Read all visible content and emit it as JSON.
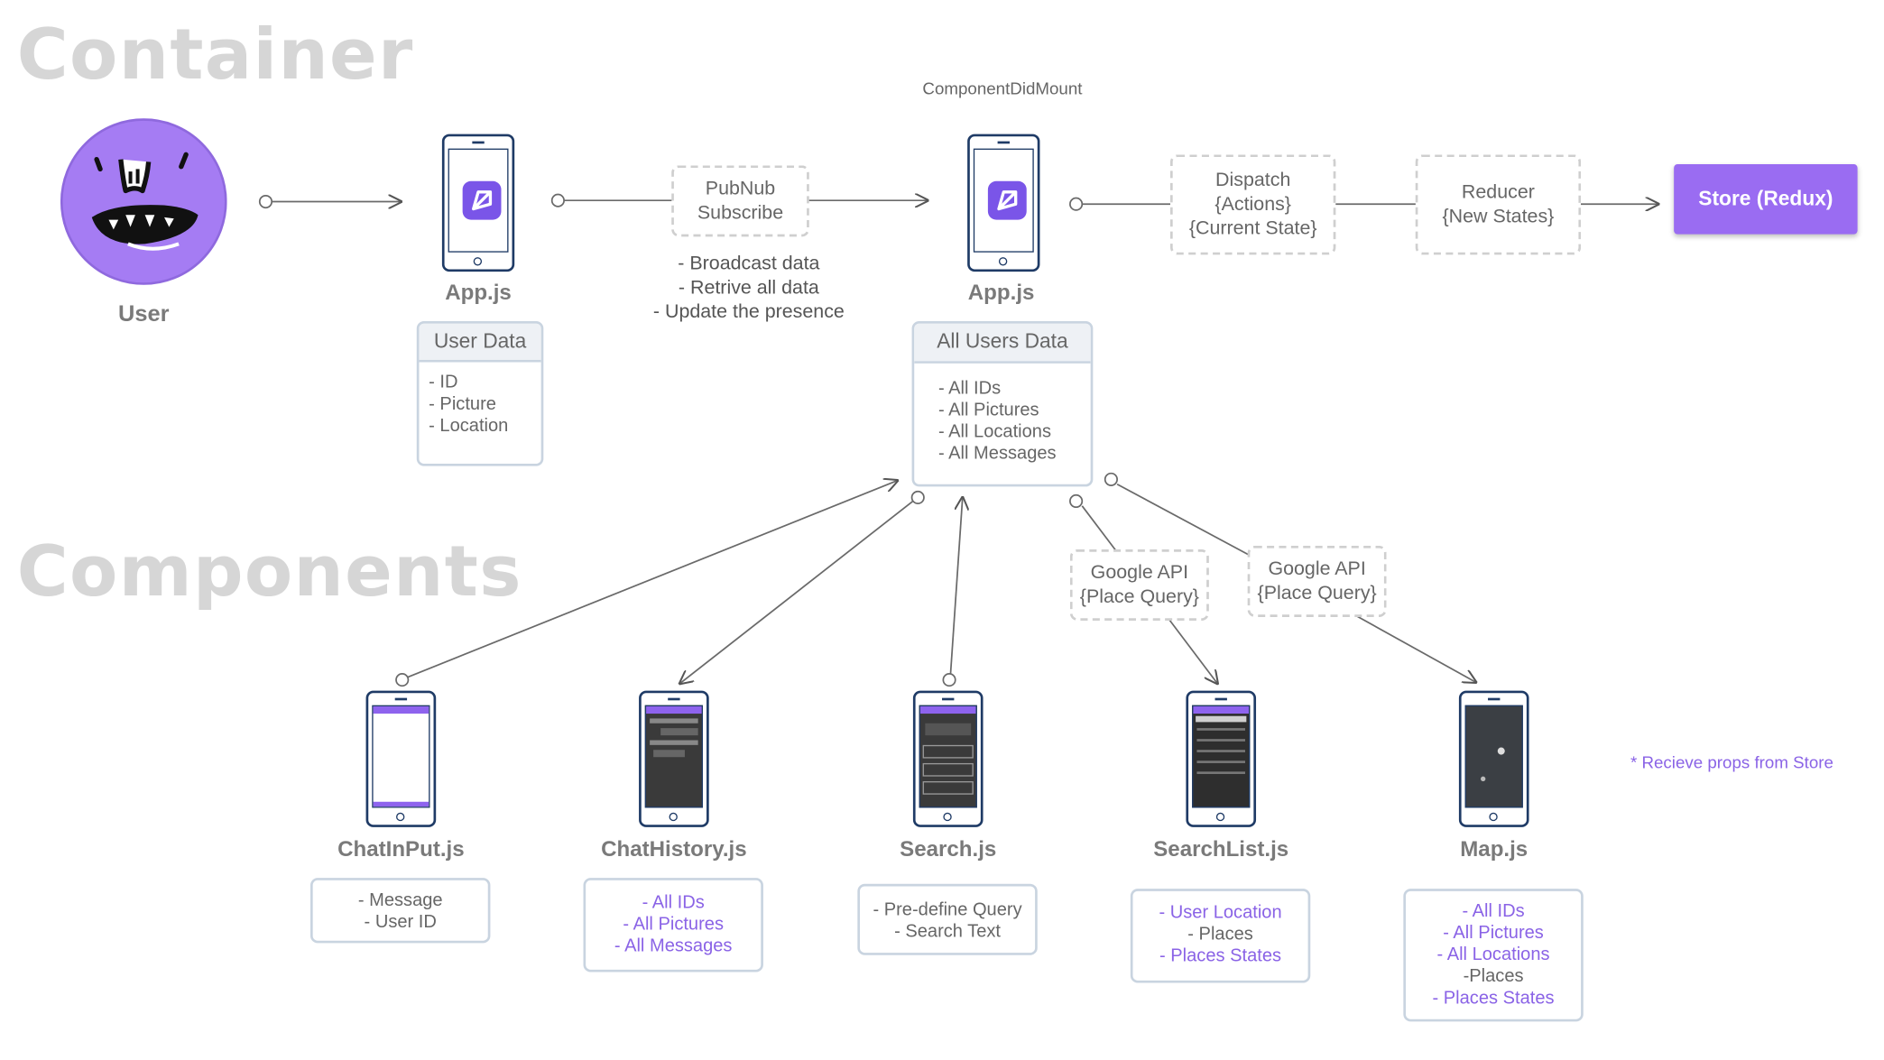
{
  "sections": {
    "container": "Container",
    "components": "Components"
  },
  "user_label": "User",
  "app_js_1": "App.js",
  "component_did_mount": "ComponentDidMount",
  "app_js_2": "App.js",
  "pubnub": {
    "line1": "PubNub",
    "line2": "Subscribe"
  },
  "pubnub_notes": [
    "-  Broadcast data",
    "- Retrive all data",
    "- Update the presence"
  ],
  "dispatch": {
    "line1": "Dispatch",
    "line2": "{Actions}",
    "line3": "{Current State}"
  },
  "reducer": {
    "line1": "Reducer",
    "line2": "{New States}"
  },
  "store_button": "Store (Redux)",
  "user_data": {
    "title": "User Data",
    "items": [
      "- ID",
      "- Picture",
      "- Location"
    ]
  },
  "all_users_data": {
    "title": "All Users Data",
    "items": [
      "- All IDs",
      "- All Pictures",
      "- All Locations",
      "- All Messages"
    ]
  },
  "google_api_1": {
    "line1": "Google API",
    "line2": "{Place Query}"
  },
  "google_api_2": {
    "line1": "Google API",
    "line2": "{Place Query}"
  },
  "note": "* Recieve props from Store",
  "components": {
    "chatinput": {
      "label": "ChatInPut.js",
      "items": [
        "- Message",
        "- User ID"
      ]
    },
    "chathistory": {
      "label": "ChatHistory.js",
      "items": [
        "- All IDs",
        "- All Pictures",
        "- All Messages"
      ]
    },
    "search": {
      "label": "Search.js",
      "items": [
        "- Pre-define Query",
        "- Search Text"
      ]
    },
    "searchlist": {
      "label": "SearchList.js",
      "items": [
        "- User Location",
        "- Places",
        "- Places States"
      ]
    },
    "map": {
      "label": "Map.js",
      "items": [
        "- All IDs",
        "- All Pictures",
        "- All Locations",
        "-Places",
        "- Places States"
      ]
    }
  },
  "colors": {
    "accent": "#9a6cf2",
    "section_title": "#d6d6d6",
    "phone_outline": "#1f3b66",
    "prop_text": "#8a63e6"
  }
}
